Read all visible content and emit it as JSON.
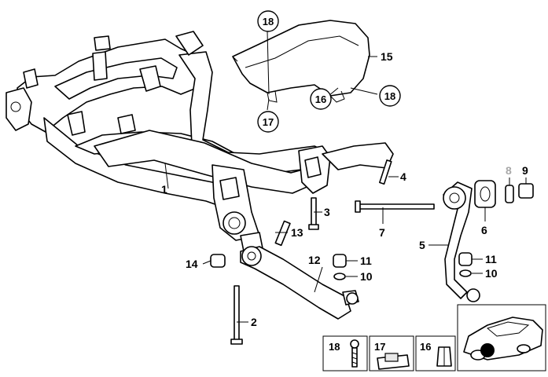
{
  "diagram": {
    "callouts": [
      {
        "id": "c1",
        "label": "1"
      },
      {
        "id": "c2",
        "label": "2"
      },
      {
        "id": "c3",
        "label": "3"
      },
      {
        "id": "c4",
        "label": "4"
      },
      {
        "id": "c5",
        "label": "5"
      },
      {
        "id": "c6",
        "label": "6"
      },
      {
        "id": "c7",
        "label": "7"
      },
      {
        "id": "c8",
        "label": "8"
      },
      {
        "id": "c9",
        "label": "9"
      },
      {
        "id": "c10a",
        "label": "10"
      },
      {
        "id": "c10b",
        "label": "10"
      },
      {
        "id": "c11a",
        "label": "11"
      },
      {
        "id": "c11b",
        "label": "11"
      },
      {
        "id": "c12",
        "label": "12"
      },
      {
        "id": "c13",
        "label": "13"
      },
      {
        "id": "c14",
        "label": "14"
      },
      {
        "id": "c15",
        "label": "15"
      }
    ],
    "circled_callouts": [
      {
        "id": "r18a",
        "label": "18"
      },
      {
        "id": "r17",
        "label": "17"
      },
      {
        "id": "r16",
        "label": "16"
      },
      {
        "id": "r18b",
        "label": "18"
      }
    ],
    "legend_boxes": [
      {
        "id": "l18",
        "label": "18"
      },
      {
        "id": "l17",
        "label": "17"
      },
      {
        "id": "l16",
        "label": "16"
      }
    ]
  },
  "colors": {
    "line": "#000000",
    "faded_label": "#a8a8a8",
    "background": "#ffffff"
  }
}
